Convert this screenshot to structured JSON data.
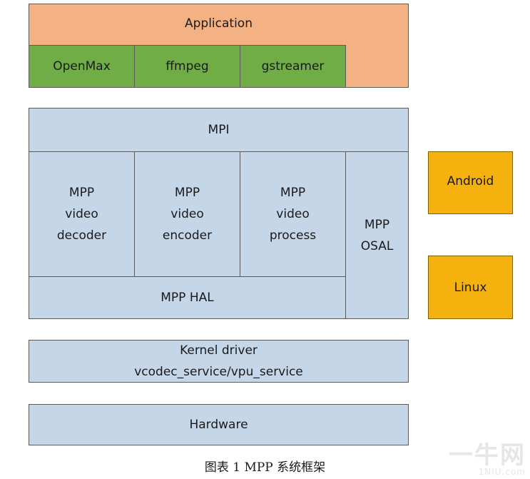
{
  "diagram": {
    "application": "Application",
    "openmax": "OpenMax",
    "ffmpeg": "ffmpeg",
    "gstreamer": "gstreamer",
    "mpi": "MPI",
    "decoder": [
      "MPP",
      "video",
      "decoder"
    ],
    "encoder": [
      "MPP",
      "video",
      "encoder"
    ],
    "process": [
      "MPP",
      "video",
      "process"
    ],
    "osal": [
      "MPP",
      "OSAL"
    ],
    "hal": "MPP HAL",
    "android": "Android",
    "linux": "Linux",
    "kernel": [
      "Kernel driver",
      "vcodec_service/vpu_service"
    ],
    "hardware": "Hardware"
  },
  "caption": "图表 1 MPP 系统框架",
  "watermark": {
    "logo": "一牛网",
    "url": "1NIU.com"
  },
  "colors": {
    "application": "#f4b183",
    "framework": "#70ad47",
    "mpp": "#c5d6e8",
    "platform": "#f5b20f"
  }
}
